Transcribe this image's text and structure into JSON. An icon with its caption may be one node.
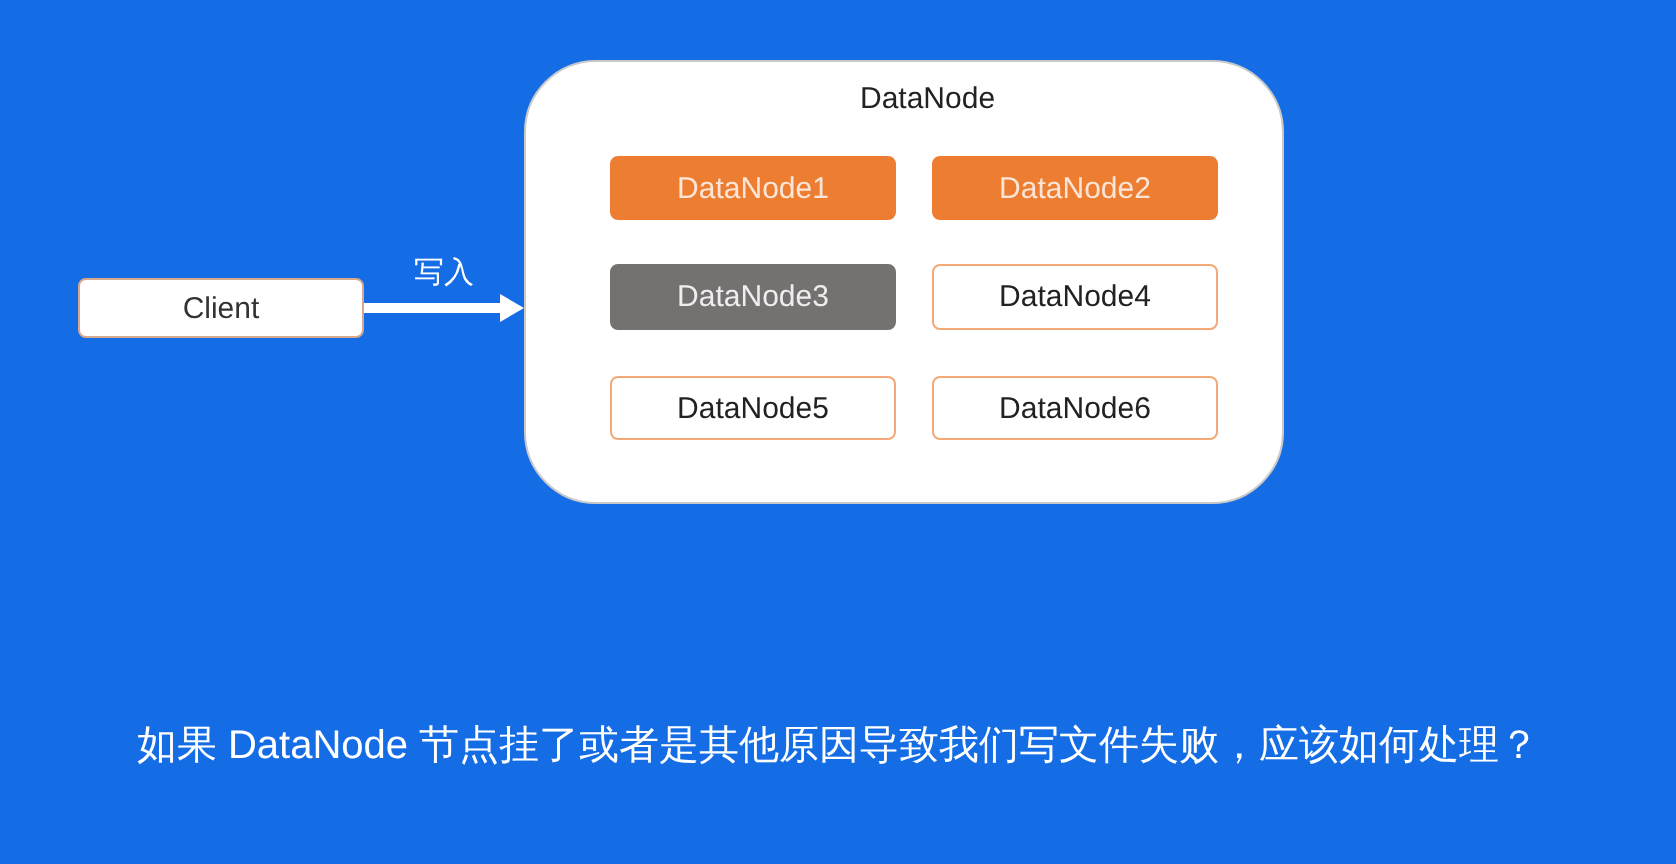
{
  "diagram": {
    "caption": "如果 DataNode 节点挂了或者是其他原因导致我们写文件失败，应该如何处理？",
    "nodes": [
      {
        "text": [
          "Client"
        ]
      },
      {
        "text": [
          "DataNode"
        ]
      },
      {
        "text": [
          "DataNode1"
        ],
        "in": 1
      },
      {
        "text": [
          "DataNode2"
        ],
        "in": 1
      },
      {
        "text": [
          "DataNode3"
        ],
        "in": 1
      },
      {
        "text": [
          "DataNode4"
        ],
        "in": 1
      },
      {
        "text": [
          "DataNode5"
        ],
        "in": 1
      },
      {
        "text": [
          "DataNode6"
        ],
        "in": 1
      }
    ],
    "edges": [
      {
        "from": 0,
        "to": 1,
        "arrow": "to",
        "label": "写入"
      }
    ]
  }
}
